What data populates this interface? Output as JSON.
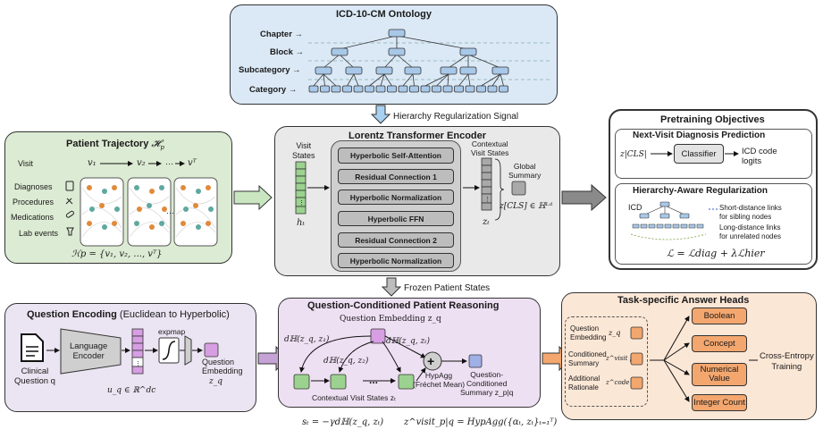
{
  "ontology": {
    "title": "ICD-10-CM Ontology",
    "levels": [
      "Chapter →",
      "Block →",
      "Subcategory →",
      "Category →"
    ]
  },
  "arrows": {
    "hierarchy_signal": "Hierarchy Regularization Signal",
    "frozen_states": "Frozen Patient States"
  },
  "trajectory": {
    "title": "Patient Trajectory",
    "title_math": "𝓗p",
    "visit_label": "Visit",
    "visits": [
      "v₁",
      "v₂",
      "vᵀ"
    ],
    "rows": [
      "Diagnoses",
      "Procedures",
      "Medications",
      "Lab events"
    ],
    "set_formula": "ℋp = {v₁, v₂, ..., vᵀ}"
  },
  "encoder": {
    "title": "Lorentz Transformer Encoder",
    "visit_states_label": "Visit\nStates",
    "h_label": "hₜ",
    "layers": [
      "Hyperbolic Self-Attention",
      "Residual Connection 1",
      "Hyperbolic Normalization",
      "Hyperbolic FFN",
      "Residual Connection 2",
      "Hyperbolic Normalization"
    ],
    "contextual_label": "Contextual\nVisit States",
    "z_label": "zₜ",
    "global_summary": "Global\nSummary",
    "cls_formula": "z[CLS] ∈ ℍᴸᵈ"
  },
  "pretraining": {
    "title": "Pretraining Objectives",
    "nextvisit_title": "Next-Visit Diagnosis Prediction",
    "cls_input": "z|CLS|",
    "classifier": "Classifier",
    "output": "ICD code\nlogits",
    "hierarchy_title": "Hierarchy-Aware Regularization",
    "icd_label": "ICD",
    "short_links": "Short-distance links\nfor sibling nodes",
    "long_links": "Long-distance links\nfor unrelated nodes",
    "loss": "ℒ = ℒdiag + λℒhier"
  },
  "question": {
    "title": "Question Encoding",
    "subtitle": "(Euclidean to Hyperbolic)",
    "clinical": "Clinical\nQuestion q",
    "encoder": "Language\nEncoder",
    "expmap": "expmap",
    "uq": "u_q ∈ ℝ^dc",
    "embedding": "Question\nEmbedding",
    "zq": "z_q"
  },
  "reasoning": {
    "title": "Question-Conditioned Patient Reasoning",
    "q_embedding": "Question Embedding z_q",
    "d1": "dℍ(z_q, z₁)",
    "d2": "dℍ(z_q, z₂)",
    "dt": "dℍ(z_q, zₜ)",
    "ellipsis": "...",
    "contextual": "Contextual Visit States zₜ",
    "hypagg": "HypAgg\n(Fréchet Mean)",
    "summary": "Question-\nConditioned\nSummary z_p|q",
    "st_formula": "sₜ = −γdℍ(z_q, zₜ)",
    "agg_formula": "z^visit_p|q = HypAgg({αₜ, zₜ}ₜ₌₁ᵀ)"
  },
  "heads": {
    "title": "Task-specific Answer Heads",
    "inputs": [
      {
        "label": "Question\nEmbedding",
        "sym": "z_q"
      },
      {
        "label": "Conditioned\nSummary",
        "sym": "z^visit p|q"
      },
      {
        "label": "Additional\nRationale",
        "sym": "z^code p|q"
      }
    ],
    "outputs": [
      "Boolean",
      "Concept",
      "Numerical\nValue",
      "Integer Count"
    ],
    "loss": "Cross-Entropy\nTraining"
  },
  "colors": {
    "ontology_bg": "#dbe9f6",
    "trajectory_bg": "#dcebd3",
    "encoder_bg": "#e9e9e9",
    "question_bg": "#ebe4f2",
    "reasoning_bg": "#eee0f3",
    "heads_bg": "#fbe7d6",
    "node_blue": "#a8c8e8",
    "green": "#9bd28f",
    "purple": "#d79ee3",
    "orange": "#f3a76f"
  }
}
